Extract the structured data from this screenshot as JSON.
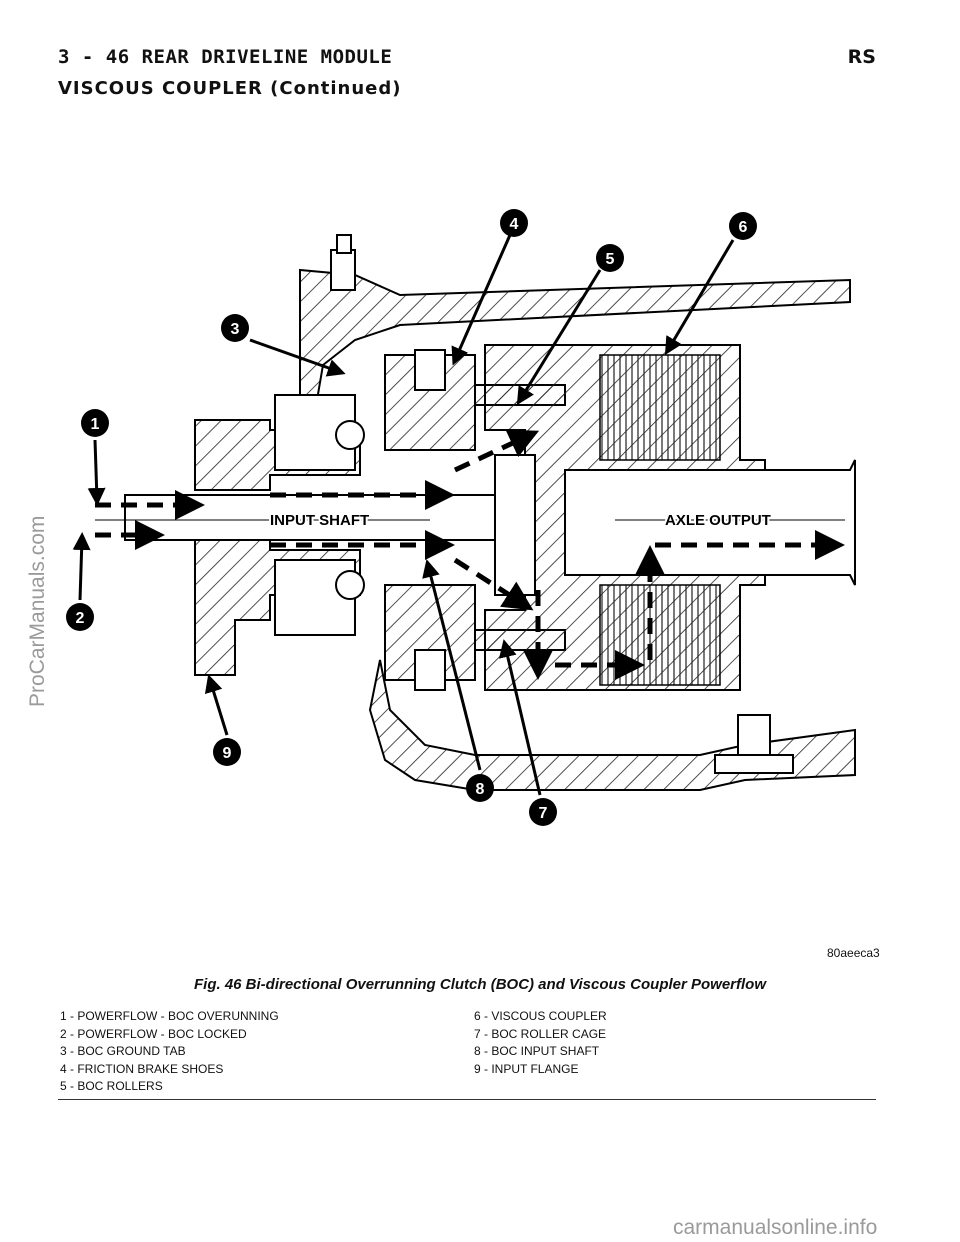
{
  "header": {
    "page_ref": "3 - 46   REAR DRIVELINE MODULE",
    "model": "RS"
  },
  "section_title": "VISCOUS COUPLER (Continued)",
  "figure": {
    "labels": {
      "input_shaft": "INPUT SHAFT",
      "axle_output": "AXLE OUTPUT"
    },
    "callouts": [
      "1",
      "2",
      "3",
      "4",
      "5",
      "6",
      "7",
      "8",
      "9"
    ],
    "figure_id": "80aeeca3",
    "caption": "Fig. 46 Bi-directional Overrunning Clutch (BOC) and Viscous Coupler Powerflow"
  },
  "legend": {
    "left": [
      "1 - POWERFLOW - BOC OVERUNNING",
      "2 - POWERFLOW - BOC LOCKED",
      "3 - BOC GROUND TAB",
      "4 - FRICTION BRAKE SHOES",
      "5 - BOC ROLLERS"
    ],
    "right": [
      "6 - VISCOUS COUPLER",
      "7 - BOC ROLLER CAGE",
      "8 - BOC INPUT SHAFT",
      "9 - INPUT FLANGE"
    ]
  },
  "watermarks": {
    "side": "ProCarManuals.com",
    "bottom": "carmanualsonline.info"
  }
}
